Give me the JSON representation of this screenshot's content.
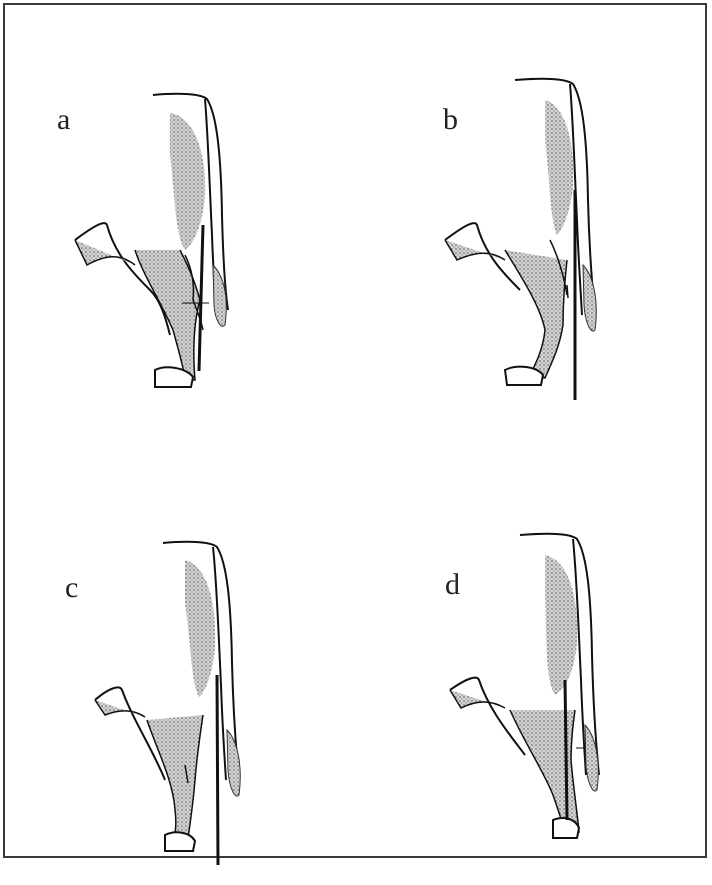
{
  "panels": [
    {
      "id": "a",
      "label": "a"
    },
    {
      "id": "b",
      "label": "b"
    },
    {
      "id": "c",
      "label": "c"
    },
    {
      "id": "d",
      "label": "d"
    }
  ],
  "colors": {
    "ink": "#111111",
    "shading": "#8a8a8a",
    "frame": "#3a3a3a",
    "background": "#ffffff"
  }
}
